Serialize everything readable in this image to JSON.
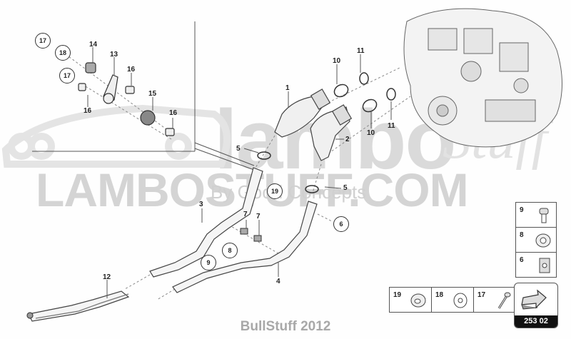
{
  "diagram": {
    "type": "exploded parts diagram",
    "subject": "Exhaust catalytic converters and front pipes with engine",
    "footer": "BullStuff 2012",
    "page_code": "253 02",
    "watermark": {
      "main": "LAMBOSTUFF.COM",
      "logo_word": "lambo",
      "logo_script": "Stuff",
      "subtitle": "By Good Concepts"
    },
    "callouts": [
      {
        "id": "1",
        "label": "1"
      },
      {
        "id": "2",
        "label": "2"
      },
      {
        "id": "3",
        "label": "3"
      },
      {
        "id": "4",
        "label": "4"
      },
      {
        "id": "5a",
        "label": "5"
      },
      {
        "id": "5b",
        "label": "5"
      },
      {
        "id": "7a",
        "label": "7"
      },
      {
        "id": "7b",
        "label": "7"
      },
      {
        "id": "10a",
        "label": "10"
      },
      {
        "id": "10b",
        "label": "10"
      },
      {
        "id": "11a",
        "label": "11"
      },
      {
        "id": "11b",
        "label": "11"
      },
      {
        "id": "12",
        "label": "12"
      },
      {
        "id": "13",
        "label": "13"
      },
      {
        "id": "14",
        "label": "14"
      },
      {
        "id": "15",
        "label": "15"
      },
      {
        "id": "16a",
        "label": "16"
      },
      {
        "id": "16b",
        "label": "16"
      },
      {
        "id": "16c",
        "label": "16"
      }
    ],
    "circled_refs": [
      {
        "id": "c17a",
        "label": "17"
      },
      {
        "id": "c18",
        "label": "18"
      },
      {
        "id": "c17b",
        "label": "17"
      },
      {
        "id": "c19",
        "label": "19"
      },
      {
        "id": "c6",
        "label": "6"
      },
      {
        "id": "c8",
        "label": "8"
      },
      {
        "id": "c9",
        "label": "9"
      }
    ],
    "legend_vertical": [
      {
        "num": "9",
        "icon": "bolt-icon"
      },
      {
        "num": "8",
        "icon": "bushing-icon"
      },
      {
        "num": "6",
        "icon": "clip-nut-icon"
      }
    ],
    "legend_horizontal": [
      {
        "num": "19",
        "icon": "grommet-icon"
      },
      {
        "num": "18",
        "icon": "washer-icon"
      },
      {
        "num": "17",
        "icon": "screw-icon"
      }
    ]
  }
}
